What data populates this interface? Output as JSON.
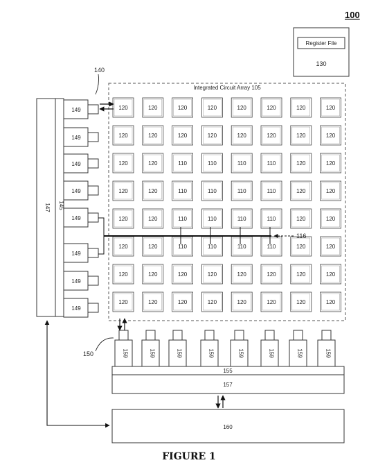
{
  "figure_number": "100",
  "figure_caption": "FIGURE 1",
  "register_file": {
    "label": "Register File",
    "ref": "130"
  },
  "array": {
    "title": "Integrated Circuit Array 105",
    "rows": [
      [
        "120",
        "120",
        "120",
        "120",
        "120",
        "120",
        "120",
        "120"
      ],
      [
        "120",
        "120",
        "120",
        "120",
        "120",
        "120",
        "120",
        "120"
      ],
      [
        "120",
        "120",
        "110",
        "110",
        "110",
        "110",
        "120",
        "120"
      ],
      [
        "120",
        "120",
        "110",
        "110",
        "110",
        "110",
        "120",
        "120"
      ],
      [
        "120",
        "120",
        "110",
        "110",
        "110",
        "110",
        "120",
        "120"
      ],
      [
        "120",
        "120",
        "110",
        "110",
        "110",
        "110",
        "120",
        "120"
      ],
      [
        "120",
        "120",
        "120",
        "120",
        "120",
        "120",
        "120",
        "120"
      ],
      [
        "120",
        "120",
        "120",
        "120",
        "120",
        "120",
        "120",
        "120"
      ]
    ],
    "bus_ref": "116"
  },
  "left_side": {
    "outer_ref": "147",
    "inner_ref": "145",
    "port_label": "149",
    "port_count": 8,
    "callout": "140"
  },
  "bottom": {
    "port_label": "159",
    "port_count": 8,
    "callout": "150",
    "bar_ref": "155",
    "block_ref": "157",
    "lower_ref": "160"
  }
}
